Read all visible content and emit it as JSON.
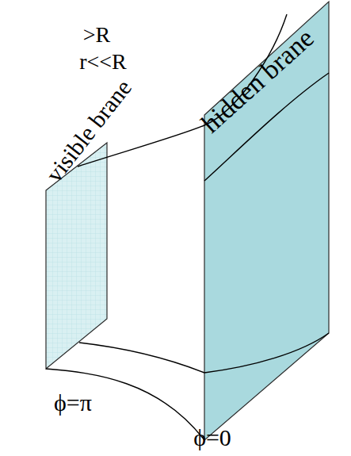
{
  "diagram": {
    "labels": [
      ">R",
      "r<<R",
      "visible brane",
      "hidden brane",
      "ϕ=π",
      "ϕ=0"
    ]
  }
}
